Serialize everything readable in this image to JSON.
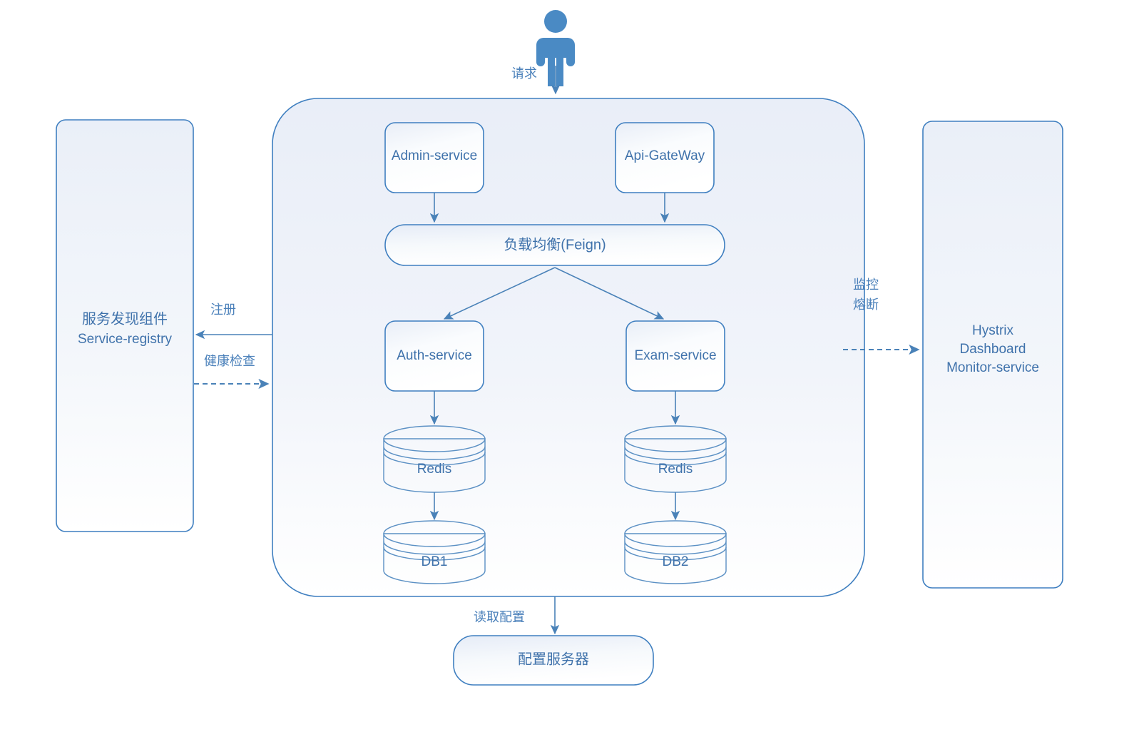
{
  "diagram": {
    "title": "Microservice Architecture Diagram",
    "colors": {
      "accent": "#4a82b8",
      "text": "#3f72ab",
      "border": "#3f7fc0",
      "panel_fill": "#eef2f9",
      "background": "#ffffff"
    },
    "actor": {
      "name": "user-actor",
      "icon": "person-icon"
    },
    "left_panel": {
      "line1": "服务发现组件",
      "line2": "Service-registry"
    },
    "right_panel": {
      "line1": "Hystrix",
      "line2": "Dashboard",
      "line3": "Monitor-service"
    },
    "services": {
      "admin": "Admin-service",
      "gateway": "Api-GateWay",
      "load_balancer": "负载均衡(Feign)",
      "auth": "Auth-service",
      "exam": "Exam-service"
    },
    "stores": {
      "redis_left": "Redis",
      "redis_right": "Redis",
      "db_left": "DB1",
      "db_right": "DB2"
    },
    "config_server": "配置服务器",
    "edges": [
      {
        "id": "request",
        "label": "请求",
        "style": "solid",
        "direction": "down"
      },
      {
        "id": "register",
        "label": "注册",
        "style": "solid",
        "direction": "left"
      },
      {
        "id": "health-check",
        "label": "健康检查",
        "style": "dashed",
        "direction": "right"
      },
      {
        "id": "monitor",
        "label": "监控",
        "style": "dashed",
        "direction": "right"
      },
      {
        "id": "fuse",
        "label": "熔断",
        "style": "dashed",
        "direction": "right"
      },
      {
        "id": "read-config",
        "label": "读取配置",
        "style": "solid",
        "direction": "down"
      }
    ]
  }
}
